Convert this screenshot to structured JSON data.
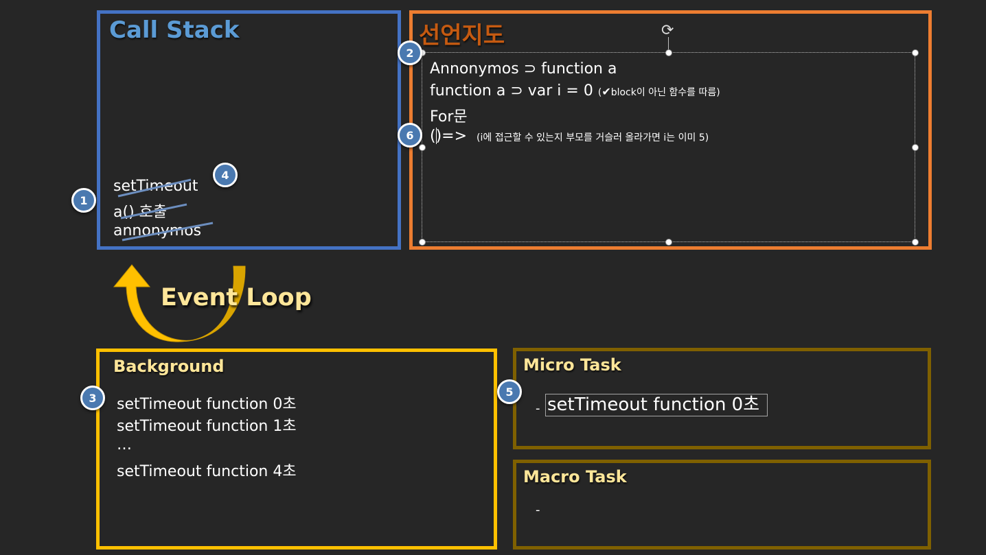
{
  "call_stack": {
    "title": "Call Stack",
    "items": [
      "setTimeout",
      "a() 호출",
      "annonymos"
    ]
  },
  "scope_chain": {
    "title": "선언지도",
    "line1": "Annonymos ⊃ function a",
    "line2_main": "function a ⊃ var i = 0",
    "line2_note_open": "(",
    "line2_check": "✔",
    "line2_note": "block이 아닌 함수를 따름)",
    "line3": "For문",
    "line4_main": "()=>",
    "line4_note": "(i에 접근할 수 있는지 부모를 거슬러 올라가면 i는 이미 5)"
  },
  "event_loop": {
    "label": "Event Loop"
  },
  "background": {
    "title": "Background",
    "items": [
      "setTimeout function 0초",
      "setTimeout function 1초",
      "…",
      "setTimeout function 4초"
    ]
  },
  "micro_task": {
    "title": "Micro Task",
    "dash": "-",
    "item": "setTimeout function 0초"
  },
  "macro_task": {
    "title": "Macro Task",
    "dash": "-"
  },
  "badges": [
    "1",
    "2",
    "3",
    "4",
    "5",
    "6"
  ],
  "colors": {
    "call_stack_border": "#4472C4",
    "scope_border": "#ED7D31",
    "background_border": "#FFC000",
    "task_border": "#7F6000",
    "badge": "#4A79B0",
    "arrow": "#FFC000"
  },
  "icons": [
    "rotate-handle-icon",
    "check-icon",
    "curved-arrow-icon"
  ]
}
